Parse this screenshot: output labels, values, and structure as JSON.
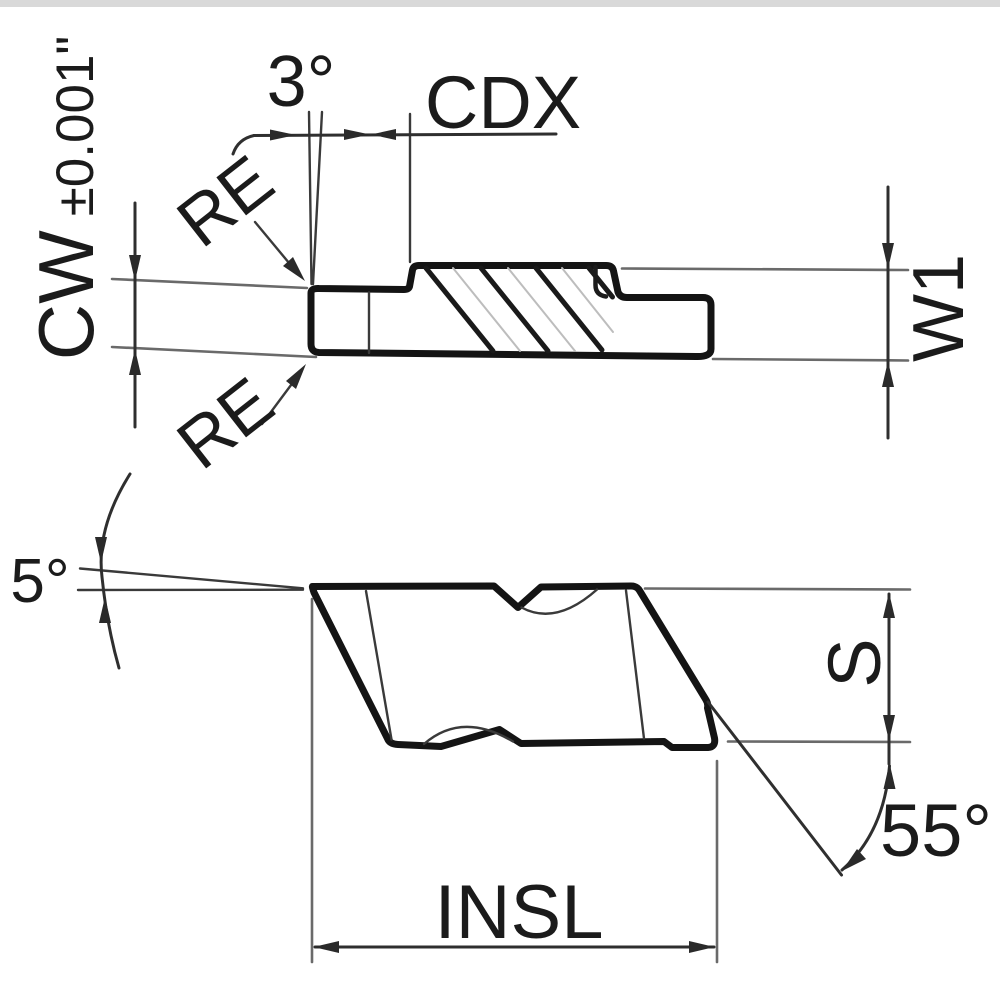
{
  "drawing": {
    "labels": {
      "corner_width_main": "CW",
      "corner_width_tolerance": "±0.001\"",
      "front_angle": "3°",
      "cutting_depth": "CDX",
      "corner_radius_top": "RE",
      "corner_radius_bottom": "RE",
      "width_w1": "W1",
      "side_clearance_angle": "5°",
      "thickness": "S",
      "corner_angle": "55°",
      "insert_length": "INSL"
    },
    "colors": {
      "outline": "#141414",
      "dimension_lines": "#2f2f2f",
      "extension_lines": "#6a6a6a",
      "background": "#ffffff"
    }
  }
}
